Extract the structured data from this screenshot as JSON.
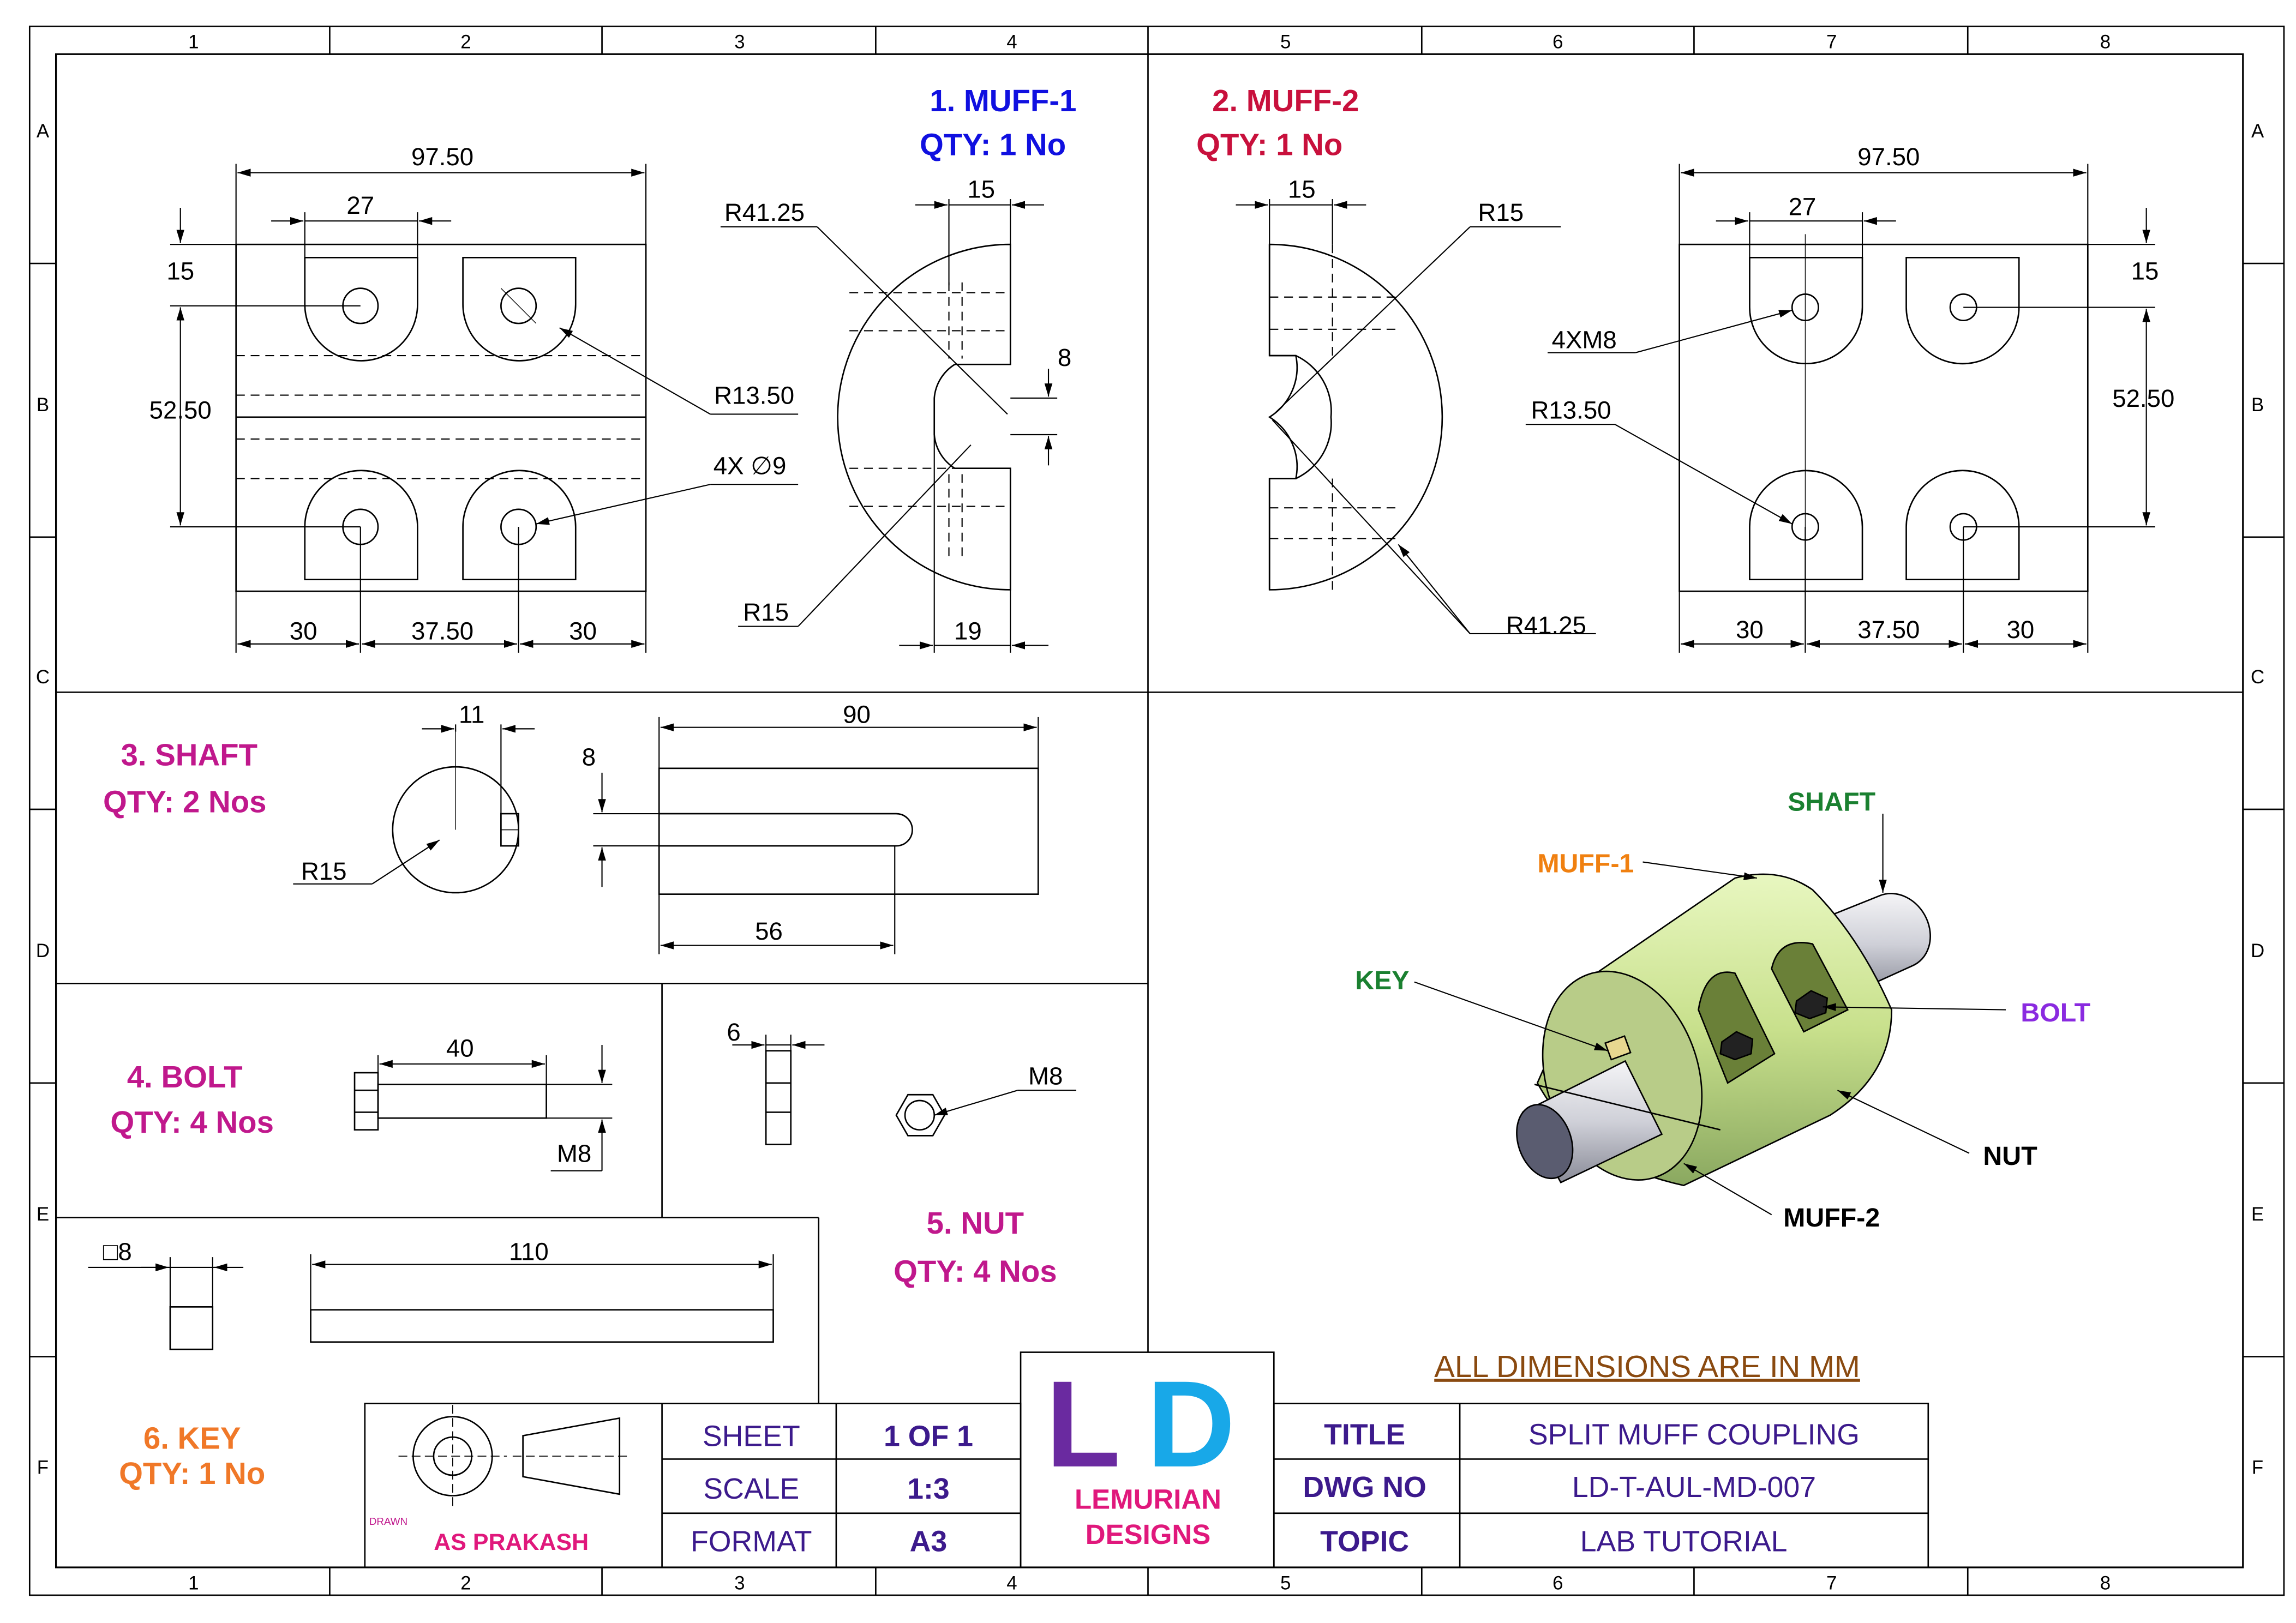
{
  "frame": {
    "cols": [
      "1",
      "2",
      "3",
      "4",
      "5",
      "6",
      "7",
      "8"
    ],
    "rows": [
      "A",
      "B",
      "C",
      "D",
      "E",
      "F"
    ]
  },
  "muff1": {
    "title": "1. MUFF-1",
    "qty": "QTY: 1 No",
    "dims": {
      "d9750": "97.50",
      "d27": "27",
      "d15": "15",
      "d5250": "52.50",
      "d30a": "30",
      "d3750": "37.50",
      "d30b": "30",
      "r1350": "R13.50",
      "holes": "4X ∅9",
      "r4125": "R41.25",
      "d15t": "15",
      "d8": "8",
      "r15": "R15",
      "d19": "19"
    }
  },
  "muff2": {
    "title": "2. MUFF-2",
    "qty": "QTY: 1 No",
    "dims": {
      "d15t": "15",
      "r15": "R15",
      "r4125": "R41.25",
      "d9750": "97.50",
      "d27": "27",
      "d15": "15",
      "m8": "4XM8",
      "r1350": "R13.50",
      "d5250": "52.50",
      "d30a": "30",
      "d3750": "37.50",
      "d30b": "30"
    }
  },
  "shaft": {
    "title": "3. SHAFT",
    "qty": "QTY: 2 Nos",
    "dims": {
      "d11": "11",
      "r15": "R15",
      "d90": "90",
      "d8": "8",
      "d56": "56"
    }
  },
  "bolt": {
    "title": "4. BOLT",
    "qty": "QTY: 4 Nos",
    "dims": {
      "d40": "40",
      "m8": "M8"
    }
  },
  "nut": {
    "title": "5. NUT",
    "qty": "QTY: 4 Nos",
    "dims": {
      "d6": "6",
      "m8": "M8"
    }
  },
  "key": {
    "title": "6. KEY",
    "qty": "QTY: 1 No",
    "dims": {
      "sq8": "□8",
      "d110": "110"
    }
  },
  "assembly": {
    "labels": {
      "shaft": "SHAFT",
      "muff1": "MUFF-1",
      "key": "KEY",
      "bolt": "BOLT",
      "nut": "NUT",
      "muff2": "MUFF-2"
    }
  },
  "note": "ALL DIMENSIONS ARE IN MM",
  "titleblock": {
    "drawn_label": "DRAWN",
    "drawn_by": "AS PRAKASH",
    "sheet_label": "SHEET",
    "sheet_value": "1 OF 1",
    "scale_label": "SCALE",
    "scale_value": "1:3",
    "format_label": "FORMAT",
    "format_value": "A3",
    "logo_mark": "LD",
    "logo_line1": "LEMURIAN",
    "logo_line2": "DESIGNS",
    "title_label": "TITLE",
    "title_value": "SPLIT MUFF COUPLING",
    "dwg_label": "DWG NO",
    "dwg_value": "LD-T-AUL-MD-007",
    "topic_label": "TOPIC",
    "topic_value": "LAB TUTORIAL"
  },
  "colors": {
    "muff1": "#1010e0",
    "muff2": "#c8103c",
    "part": "#c0188c",
    "key": "#f07828",
    "logo_l": "#6a2aa0",
    "logo_d": "#18a8e8",
    "logo_text": "#e0187c",
    "tb_text": "#3c1a8c",
    "note": "#8a4a10",
    "asm_green": "#1a8030",
    "asm_orange": "#f08010",
    "asm_purple": "#8a2ae0"
  }
}
